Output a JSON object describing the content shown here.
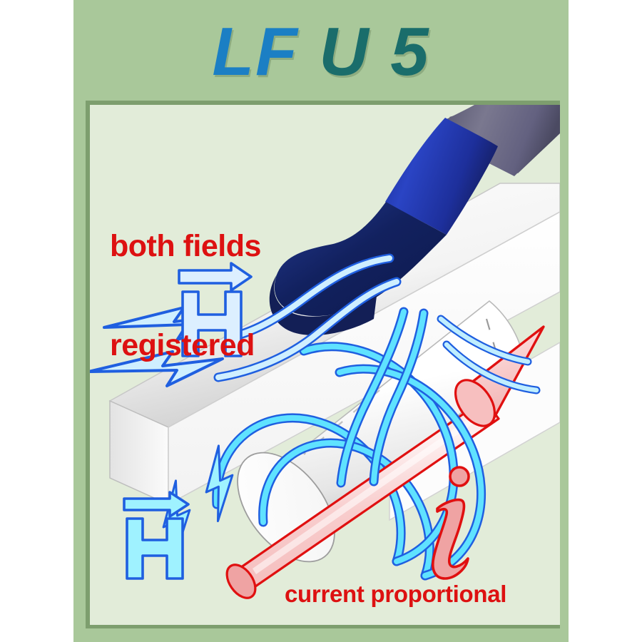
{
  "page": {
    "background_color": "#ffffff",
    "outer_panel_color": "#a9c89a",
    "inner_frame_color": "#7d9e6e",
    "illustration_background_color": "#e2ecd9"
  },
  "title": {
    "full": "LF U 5",
    "part_1": "LF ",
    "part_2": "U 5",
    "part_1_color": "#1b7fc4",
    "part_2_color": "#1a6d6b"
  },
  "captions": {
    "top_left": "both fields\nregistered",
    "top_left_line_1": "both fields",
    "top_left_line_2": "registered",
    "bottom": "current proportional",
    "color": "#dd1111"
  },
  "labels": {
    "field_vector_top": "H",
    "field_vector_bottom": "H",
    "field_vector_accent": "vector-arrow",
    "current_symbol": "i",
    "field_vector_color": "#1f5fe0",
    "field_vector_fill_top": "#dcefff",
    "field_vector_fill_bottom": "#9ff2ff",
    "current_symbol_outline_color": "#e01010",
    "current_symbol_fill_color": "#efa3a3"
  },
  "illustration": {
    "name": "magnetic-field-probe-diagram",
    "slab_color": "#ffffff",
    "slab_shade_color": "#d4d4d4",
    "cylinder_color": "#fbfbfb",
    "probe_head_color": "#1b2a7a",
    "probe_body_color": "#2238b4",
    "cable_color": "#6b6a86",
    "field_line_color": "#5fe2ff",
    "field_line_outline_color": "#1f5fe0",
    "field_arrow_fill_color": "#bfeeff",
    "current_arrow_outline_color": "#e01010",
    "current_arrow_fill_color": "#f8c9c9"
  }
}
